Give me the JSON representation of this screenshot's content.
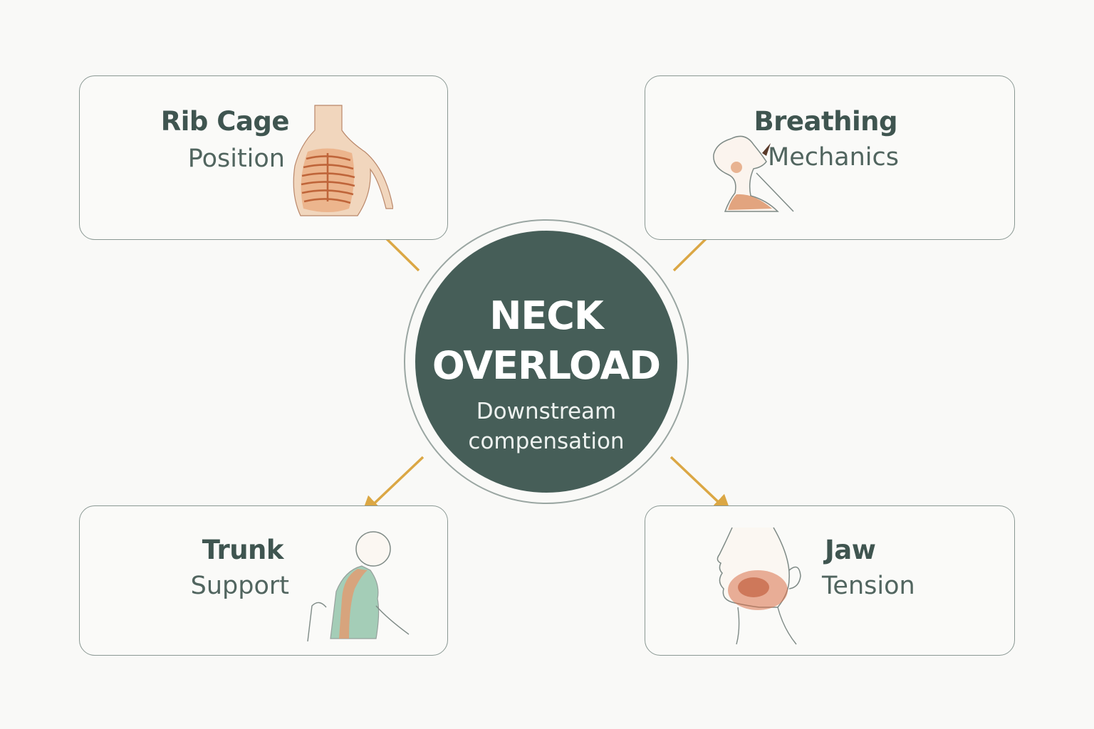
{
  "center": {
    "line1": "NECK",
    "line2": "OVERLOAD",
    "sub1": "Downstream",
    "sub2": "compensation"
  },
  "nodes": {
    "rib_cage": {
      "title": "Rib Cage",
      "subtitle": "Position"
    },
    "breathing": {
      "title": "Breathing",
      "subtitle": "Mechanics"
    },
    "trunk": {
      "title": "Trunk",
      "subtitle": "Support"
    },
    "jaw": {
      "title": "Jaw",
      "subtitle": "Tension"
    }
  },
  "colors": {
    "hub": "#465e58",
    "arrow": "#dba744",
    "box_border": "#8a9893",
    "title_text": "#3f5550",
    "illustration_warm": "#d9895a",
    "illustration_green": "#8fc3a8"
  },
  "icons": {
    "rib_cage": "ribcage-illustration",
    "breathing": "breathing-head-illustration",
    "trunk": "seated-trunk-illustration",
    "jaw": "jaw-profile-illustration"
  }
}
